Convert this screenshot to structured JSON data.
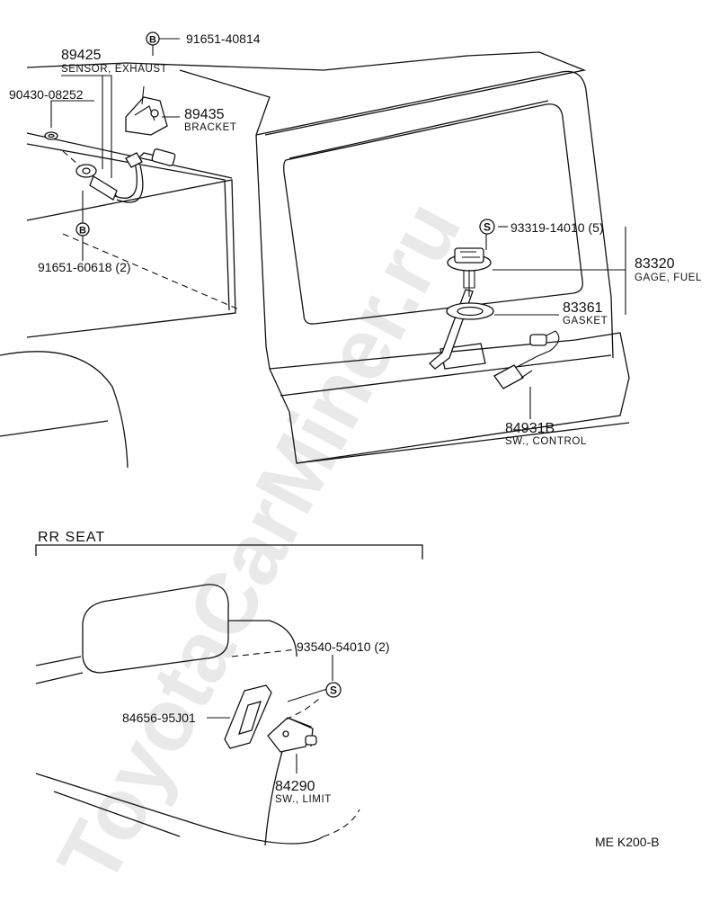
{
  "watermark": "ToyotaCarMiner.ru",
  "symbols": {
    "b": "B",
    "s": "S"
  },
  "parts": {
    "bolt_top": "91651-40814",
    "sensor_pn": "89425",
    "sensor_desc": "SENSOR, EXHAUST",
    "washer_pn": "90430-08252",
    "bracket_pn": "89435",
    "bracket_desc": "BRACKET",
    "bolt_bottom": "91651-60618 (2)",
    "screw_gage": "93319-14010 (5)",
    "gage_pn": "83320",
    "gage_desc": "GAGE, FUEL",
    "gasket_pn": "83361",
    "gasket_desc": "GASKET",
    "control_pn": "84931B",
    "control_desc": "SW., CONTROL",
    "screw_seat": "93540-54010 (2)",
    "plate_pn": "84656-95J01",
    "limit_pn": "84290",
    "limit_desc": "SW., LIMIT"
  },
  "section_title": "RR  SEAT",
  "figure_code": "ME  K200-B"
}
